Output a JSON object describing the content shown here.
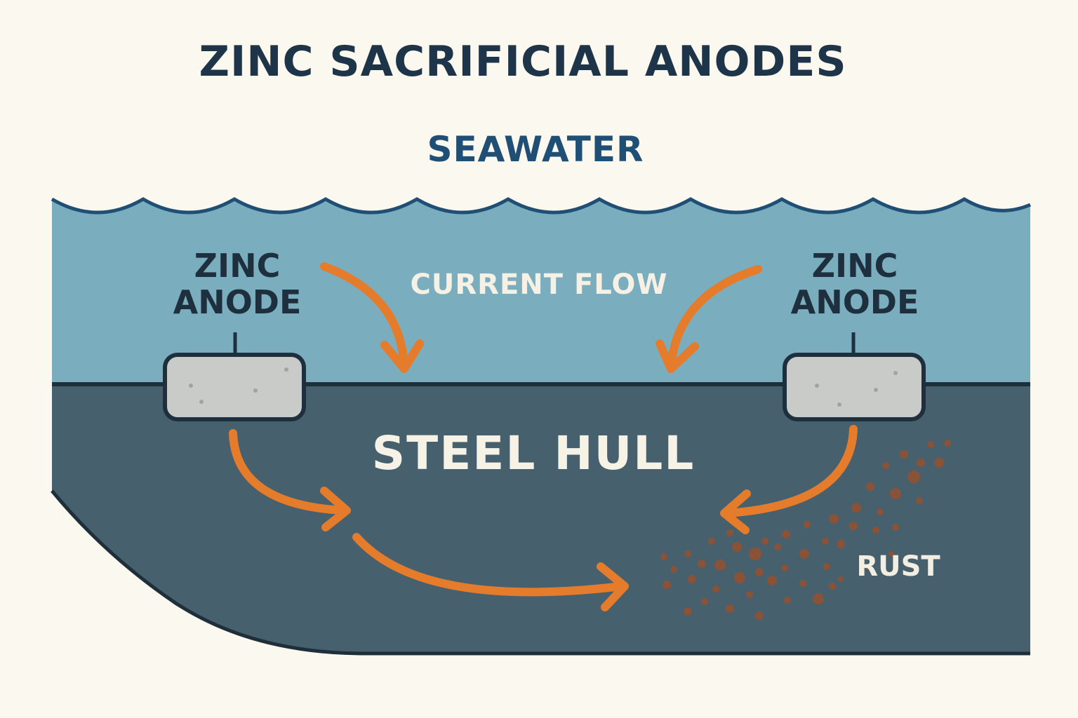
{
  "title": "ZINC SACRIFICIAL ANODES",
  "labels": {
    "seawater": "SEAWATER",
    "zinc_anode_left": [
      "ZINC",
      "ANODE"
    ],
    "zinc_anode_right": [
      "ZINC",
      "ANODE"
    ],
    "current_flow": "CURRENT FLOW",
    "steel_hull": "STEEL HULL",
    "rust": "RUST"
  },
  "colors": {
    "background": "#fbf8ef",
    "seawater": "#7aaebf",
    "wave_line": "#1f4f74",
    "hull": "#47606e",
    "hull_outline": "#1f2f3a",
    "anode_fill": "#c9cbc8",
    "arrow": "#e47c2c",
    "rust_dots": "#8a5236"
  }
}
